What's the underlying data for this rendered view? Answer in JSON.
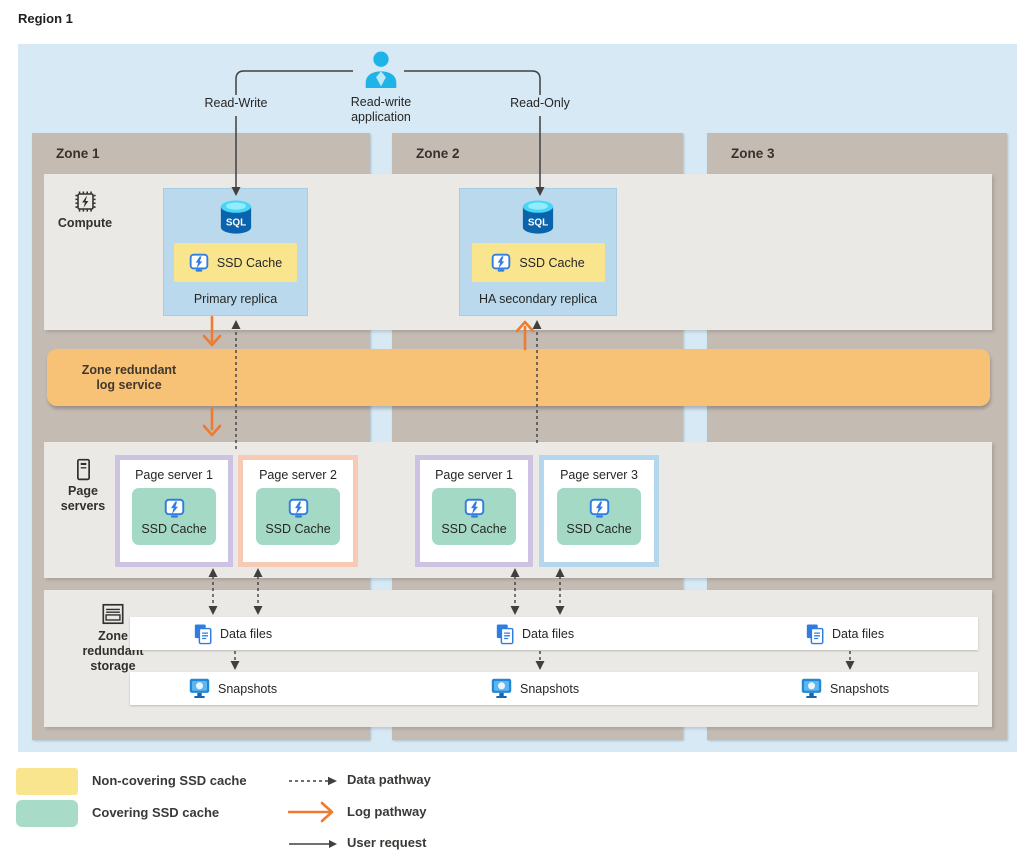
{
  "region": {
    "label": "Region 1"
  },
  "app": {
    "read_write": "Read-Write",
    "name_line1": "Read-write",
    "name_line2": "application",
    "read_only": "Read-Only"
  },
  "zones": [
    {
      "label": "Zone 1"
    },
    {
      "label": "Zone 2"
    },
    {
      "label": "Zone 3"
    }
  ],
  "compute": {
    "label": "Compute",
    "sql_label": "SQL",
    "primary_replica": {
      "title": "Primary replica",
      "cache_label": "SSD Cache"
    },
    "ha_replica": {
      "title": "HA secondary replica",
      "cache_label": "SSD Cache"
    }
  },
  "log_service": {
    "line1": "Zone redundant",
    "line2": "log service"
  },
  "page_servers": {
    "label_line1": "Page",
    "label_line2": "servers",
    "boxes": [
      {
        "title": "Page server 1",
        "cache_label": "SSD Cache",
        "border_color": "#cdc2e2"
      },
      {
        "title": "Page server 2",
        "cache_label": "SSD Cache",
        "border_color": "#f6cab4"
      },
      {
        "title": "Page server 1",
        "cache_label": "SSD Cache",
        "border_color": "#cdc2e2"
      },
      {
        "title": "Page server 3",
        "cache_label": "SSD Cache",
        "border_color": "#b4d7ee"
      }
    ]
  },
  "storage": {
    "label_line1": "Zone",
    "label_line2": "redundant",
    "label_line3": "storage",
    "data_files_label": "Data files",
    "snapshots_label": "Snapshots"
  },
  "legend": {
    "swatches": [
      {
        "label": "Non-covering SSD cache",
        "color": "#f8e58d"
      },
      {
        "label": "Covering SSD cache",
        "color": "#a8dcc9"
      }
    ],
    "pathways": [
      {
        "label": "Data pathway",
        "icon": "dashed-arrow-icon"
      },
      {
        "label": "Log pathway",
        "icon": "orange-arrow-icon"
      },
      {
        "label": "User request",
        "icon": "solid-arrow-icon"
      }
    ]
  },
  "colors": {
    "region_bg": "#d6e9f5",
    "zone_bg": "#c4bbb3",
    "strip_bg": "#ebe9e5",
    "replica_bg": "#bad9ec",
    "non_covering_cache": "#f8e58d",
    "covering_cache": "#a3d9c5",
    "log_band": "#f7c176",
    "log_pathway": "#ed7b30",
    "data_pathway": "#3f3f3f",
    "user_request": "#404040",
    "icon_blue": "#2f7de1",
    "sql_blue": "#0a63ad",
    "sql_cyan": "#45d7f5",
    "person_cyan": "#1fb4e8"
  }
}
